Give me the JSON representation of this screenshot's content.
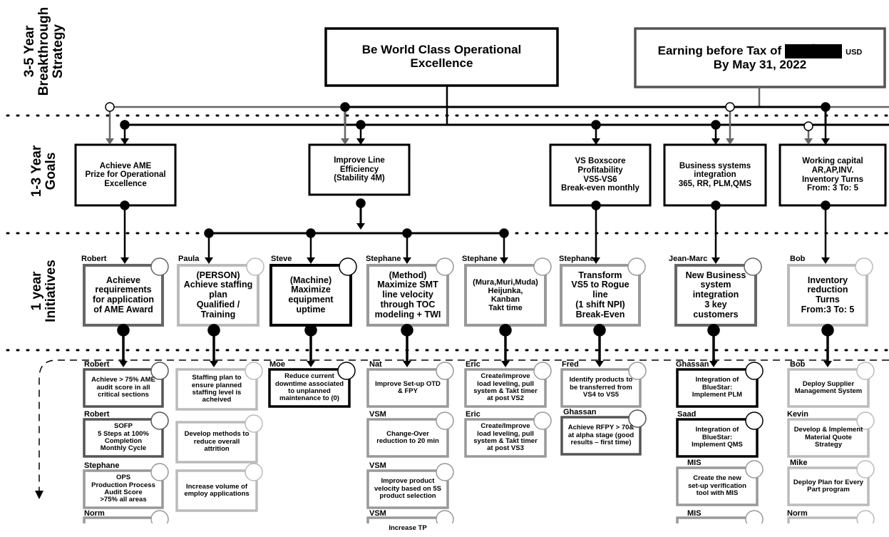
{
  "tiers": [
    "3-5 Year\nBreakthrough\nStrategy",
    "1-3 Year\nGoals",
    "1 year\nInitiatives"
  ],
  "strategy": [
    {
      "text": "Be World Class Operational\nExcellence"
    },
    {
      "text_before": "Earning before Tax of",
      "redaction": "redacted",
      "text_unit": "USD",
      "text_after": "By May 31, 2022"
    }
  ],
  "goals": [
    "Achieve AME\nPrize for Operational\nExcellence",
    "Improve Line\nEfficiency\n(Stability 4M)",
    "VS Boxscore\nProfitability\nVS5-VS6\nBreak-even monthly",
    "Business systems\nintegration\n365, RR, PLM,QMS",
    "Working capital\nAR,AP,INV.\nInventory Turns\nFrom: 3 To: 5"
  ],
  "initiatives": [
    {
      "owner": "Robert",
      "text": "Achieve\nrequirements\nfor application\nof AME Award"
    },
    {
      "owner": "Paula",
      "text": "(PERSON)\nAchieve staffing\nplan\nQualified /\nTraining"
    },
    {
      "owner": "Steve",
      "text": "(Machine)\nMaximize\nequipment\nuptime"
    },
    {
      "owner": "Stephane",
      "text": "(Method)\nMaximize SMT\nline velocity\nthrough TOC\nmodeling + TWI"
    },
    {
      "owner": "Stephane",
      "text": "(Mura,Muri,Muda)\nHeijunka,\nKanban\nTakt time"
    },
    {
      "owner": "Stephane",
      "text": "Transform\nVS5 to Rogue\nline\n(1 shift NPI)\nBreak-Even"
    },
    {
      "owner": "Jean-Marc",
      "text": "New Business\nsystem\nintegration\n3 key\ncustomers"
    },
    {
      "owner": "Bob",
      "text": "Inventory\nreduction\nTurns\nFrom:3 To: 5"
    }
  ],
  "actions": [
    {
      "owner": "Robert",
      "text": "Achieve > 75% AME\naudit score in all\ncritical sections"
    },
    {
      "owner": "Robert",
      "text": "SOFP\n5 Steps at 100%\nCompletion\nMonthly Cycle"
    },
    {
      "owner": "Stephane",
      "text": "OPS\nProduction Process\nAudit Score\n>75% all areas"
    },
    {
      "owner": "Norm",
      "text": ""
    },
    {
      "owner": "",
      "text": "Staffing plan to\nensure planned\nstaffing level is\nacheived"
    },
    {
      "owner": "",
      "text": "Develop methods to\nreduce overall\nattrition"
    },
    {
      "owner": "",
      "text": "Increase volume of\nemploy applications"
    },
    {
      "owner": "Moe",
      "text": "Reduce current\ndowntime associated\nto unplanned\nmaintenance to (0)"
    },
    {
      "owner": "Nat",
      "text": "Improve Set-up OTD\n& FPY"
    },
    {
      "owner": "VSM",
      "text": "Change-Over\nreduction to 20 min"
    },
    {
      "owner": "VSM",
      "text": "Improve product\nvelocity based on 5S\nproduct selection"
    },
    {
      "owner": "VSM",
      "text": "Increase TP"
    },
    {
      "owner": "Eric",
      "text": "Create/improve\nload leveling, pull\nsystem & Takt timer\nat post VS2"
    },
    {
      "owner": "Eric",
      "text": "Create/Improve\nload leveling, pull\nsystem & Takt timer\nat post VS3"
    },
    {
      "owner": "Fred",
      "text": "Identify products to\nbe transferred from\nVS4 to VS5"
    },
    {
      "owner": "Ghassan",
      "text": "Achieve RFPY > 70&\nat alpha stage (good\nresults – first time)"
    },
    {
      "owner": "Ghassan",
      "text": "Integration of\nBlueStar:\nImplement PLM"
    },
    {
      "owner": "Saad",
      "text": "Integration of\nBlueStar:\nImplement QMS"
    },
    {
      "owner": "MIS",
      "text": "Create the new\nset-up verification\ntool with MIS"
    },
    {
      "owner": "MIS",
      "text": ""
    },
    {
      "owner": "Bob",
      "text": "Deploy Supplier\nManagement System"
    },
    {
      "owner": "Kevin",
      "text": "Develop & Implement\nMaterial Quote\nStrategy"
    },
    {
      "owner": "Mike",
      "text": "Deploy Plan for Every\nPart program"
    },
    {
      "owner": "Norm",
      "text": ""
    }
  ]
}
